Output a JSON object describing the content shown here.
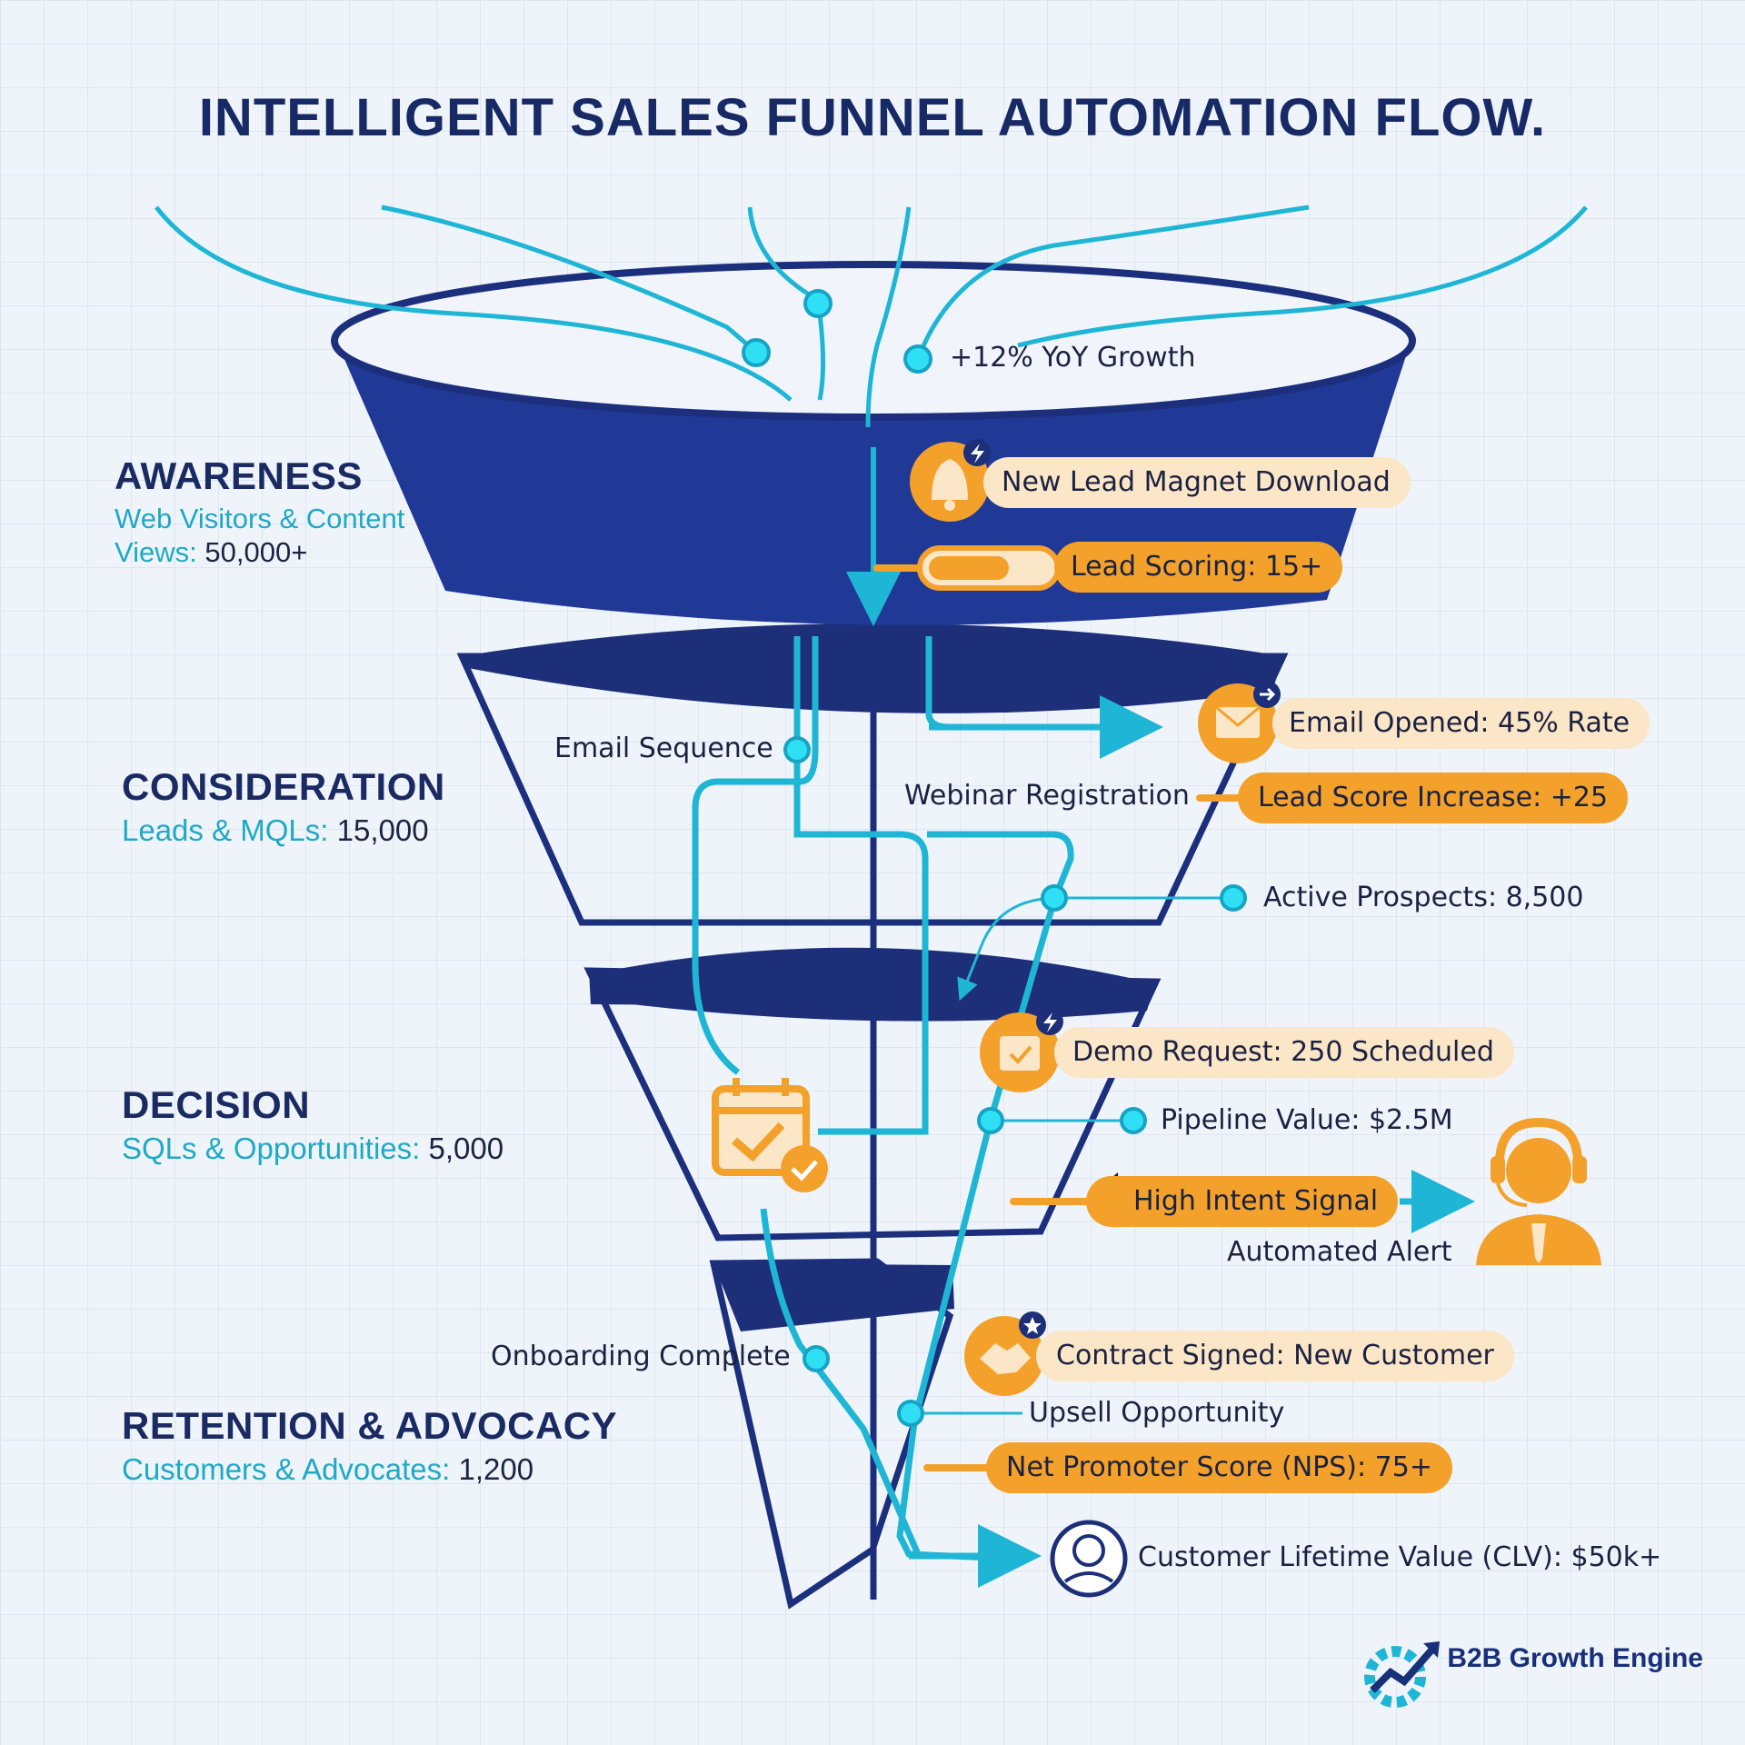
{
  "title": "INTELLIGENT SALES FUNNEL AUTOMATION FLOW.",
  "stages": [
    {
      "name": "AWARENESS",
      "sub_line1": "Web Visitors & Content",
      "sub_line2": "Views:",
      "value": "50,000+"
    },
    {
      "name": "CONSIDERATION",
      "sub": "Leads & MQLs:",
      "value": "15,000"
    },
    {
      "name": "DECISION",
      "sub": "SQLs & Opportunities:",
      "value": "5,000"
    },
    {
      "name": "RETENTION & ADVOCACY",
      "sub": "Customers & Advocates:",
      "value": "1,200"
    }
  ],
  "labels": {
    "yoy_growth": "+12% YoY Growth",
    "lead_magnet": "New Lead Magnet Download",
    "lead_scoring": "Lead Scoring: 15+",
    "email_sequence": "Email Sequence",
    "email_opened": "Email Opened: 45% Rate",
    "webinar_registration": "Webinar Registration",
    "lead_score_increase": "Lead Score Increase: +25",
    "active_prospects": "Active Prospects: 8,500",
    "demo_request": "Demo Request: 250 Scheduled",
    "pipeline_value": "Pipeline Value: $2.5M",
    "high_intent": "High Intent Signal",
    "automated_alert": "Automated Alert",
    "onboarding_complete": "Onboarding Complete",
    "contract_signed": "Contract Signed: New Customer",
    "upsell_opportunity": "Upsell Opportunity",
    "nps": "Net Promoter Score (NPS): 75+",
    "clv": "Customer Lifetime Value (CLV): $50k+"
  },
  "brand": {
    "name": "B2B Growth Engine"
  },
  "colors": {
    "navy": "#1f3588",
    "cyan": "#1fb6d6",
    "orange": "#f3a12a",
    "light_orange": "#fbe6c8"
  },
  "icons": [
    "bell-icon",
    "lightning-icon",
    "toggle-icon",
    "envelope-icon",
    "arrow-right-icon",
    "calendar-check-icon",
    "fire-icon",
    "headset-agent-icon",
    "handshake-icon",
    "star-icon",
    "user-avatar-icon",
    "gear-growth-icon"
  ]
}
